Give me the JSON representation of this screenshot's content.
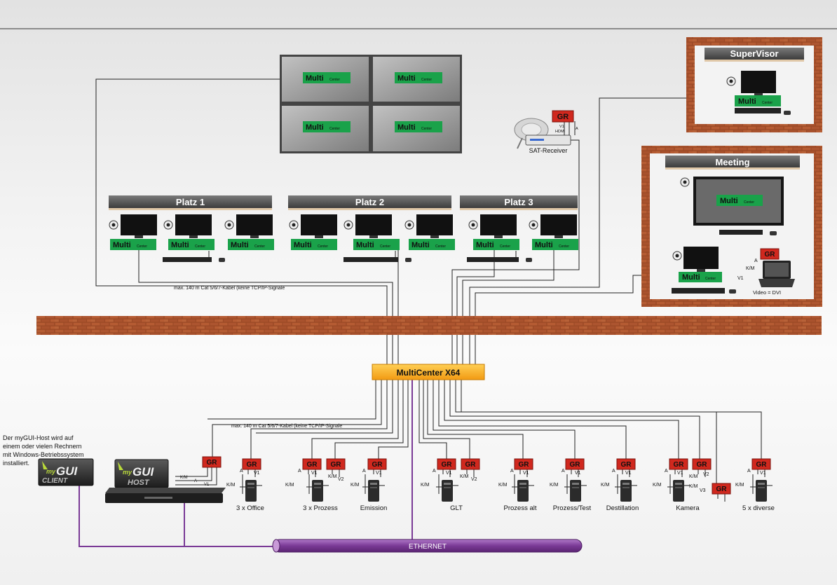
{
  "videowall": {
    "panels": [
      {
        "brand": "Multi",
        "sub": "Center"
      },
      {
        "brand": "Multi",
        "sub": "Center"
      },
      {
        "brand": "Multi",
        "sub": "Center"
      },
      {
        "brand": "Multi",
        "sub": "Center"
      }
    ]
  },
  "sat": {
    "label": "SAT-Receiver",
    "gr": "GR",
    "ports": [
      "V1",
      "HDMI",
      "A"
    ]
  },
  "supervisor": {
    "title": "SuperVisor",
    "brand": "Multi",
    "sub": "Center"
  },
  "meeting": {
    "title": "Meeting",
    "brand": "Multi",
    "sub": "Center",
    "brand2": "Multi",
    "sub2": "Center",
    "gr": "GR",
    "labels": [
      "A",
      "K/M",
      "V1"
    ],
    "laptop_label": "Video = DVI"
  },
  "platz": [
    {
      "title": "Platz 1",
      "units": [
        {
          "brand": "Multi",
          "sub": "Center"
        },
        {
          "brand": "Multi",
          "sub": "Center"
        },
        {
          "brand": "Multi",
          "sub": "Center"
        }
      ]
    },
    {
      "title": "Platz 2",
      "units": [
        {
          "brand": "Multi",
          "sub": "Center"
        },
        {
          "brand": "Multi",
          "sub": "Center"
        },
        {
          "brand": "Multi",
          "sub": "Center"
        }
      ]
    },
    {
      "title": "Platz 3",
      "units": [
        {
          "brand": "Multi",
          "sub": "Center"
        },
        {
          "brand": "Multi",
          "sub": "Center"
        }
      ]
    }
  ],
  "cable_label_top": "max. 140 m Cat 5/6/7-Kabel (keine TCP/IP-Signale",
  "cable_label_bottom": "max. 140 m Cat 5/6/7-Kabel (keine TCP/IP-Signale",
  "center": {
    "label": "MultiCenter X64"
  },
  "host_note": [
    "Der myGUI-Host wird auf",
    "einem oder vielen Rechnern",
    "mit Windows-Betriebssystem",
    "installiert."
  ],
  "client_logo": {
    "my": "my",
    "gui": "GUI",
    "word": "CLIENT"
  },
  "host_logo": {
    "my": "my",
    "gui": "GUI",
    "word": "HOST"
  },
  "host_ports": [
    "K/M",
    "A",
    "V1"
  ],
  "gr_label": "GR",
  "targets": [
    {
      "label": "3 x Office"
    },
    {
      "label": "3 x Prozess"
    },
    {
      "label": "Emission"
    },
    {
      "label": "GLT"
    },
    {
      "label": "Prozess alt"
    },
    {
      "label": "Prozess/Test"
    },
    {
      "label": "Destillation"
    },
    {
      "label": "Kamera"
    },
    {
      "label": "5 x diverse"
    }
  ],
  "port_labels": {
    "a": "A",
    "km": "K/M",
    "v1": "V1",
    "v2": "V2",
    "v3": "V3"
  },
  "ethernet": {
    "label": "ETHERNET"
  },
  "colors": {
    "brick": "#a2522e",
    "green": "#1aa24a",
    "red": "#d0281e",
    "orange": "#f5a623",
    "purple": "#7a3a96"
  }
}
